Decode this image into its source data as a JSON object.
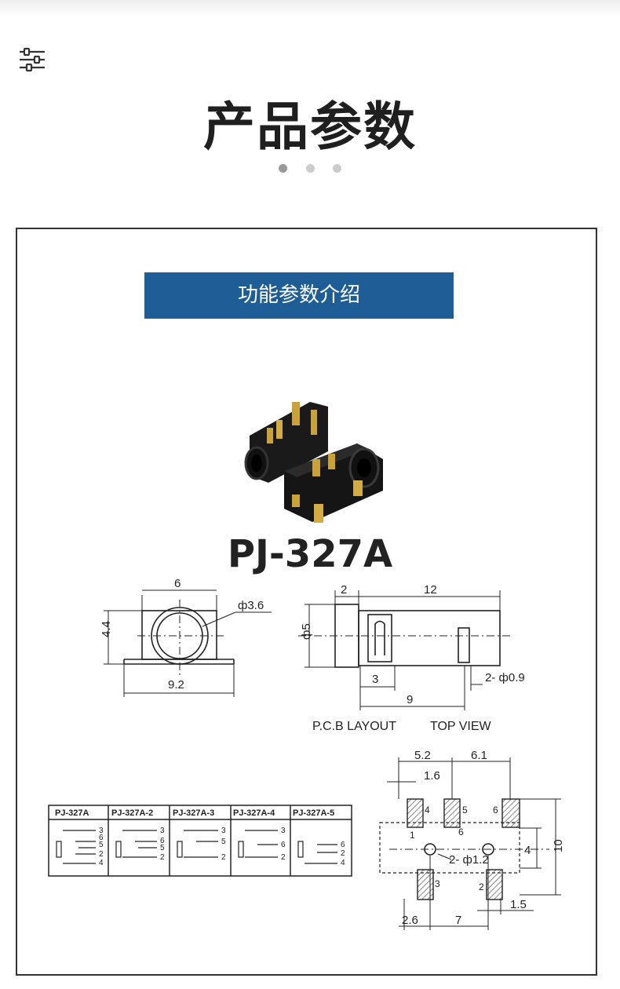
{
  "header": {
    "filter_icon": "sliders-icon",
    "title": "产品参数",
    "carousel_dots": 3,
    "active_dot": 0
  },
  "section": {
    "banner": "功能参数介绍",
    "banner_color": "#1f5d96"
  },
  "product": {
    "model": "PJ-327A"
  },
  "front_view": {
    "width": "6",
    "height": "4.4",
    "hole": "ф3.6",
    "base_width": "9.2"
  },
  "side_view": {
    "left_len": "2",
    "total_len": "12",
    "diameter": "ф5",
    "pin_offset": "3",
    "pin_span": "9",
    "pins": "2- ф0.9"
  },
  "captions": {
    "pcb": "P.C.B LAYOUT",
    "top": "TOP VIEW"
  },
  "pcb_layout": {
    "dim_a": "5.2",
    "dim_b": "6.1",
    "dim_c": "1.6",
    "dim_d": "4",
    "dim_e": "10",
    "holes": "2- ф1.2",
    "dim_f": "1.5",
    "dim_g": "2.6",
    "dim_h": "7",
    "pads": [
      "4",
      "5",
      "6",
      "1",
      "3",
      "2",
      "6"
    ]
  },
  "variants": {
    "headers": [
      "PJ-327A",
      "PJ-327A-2",
      "PJ-327A-3",
      "PJ-327A-4",
      "PJ-327A-5"
    ],
    "pin_labels": [
      [
        "3",
        "6",
        "5",
        "2",
        "4"
      ],
      [
        "3",
        "6",
        "5",
        "2"
      ],
      [
        "3",
        "5",
        "2"
      ],
      [
        "3",
        "6",
        "2"
      ],
      [
        "6",
        "2",
        "4"
      ]
    ]
  },
  "colors": {
    "dot_active": "#999999",
    "dot_inactive": "#cccccc",
    "frame": "#333333",
    "hatch": "#555555"
  }
}
